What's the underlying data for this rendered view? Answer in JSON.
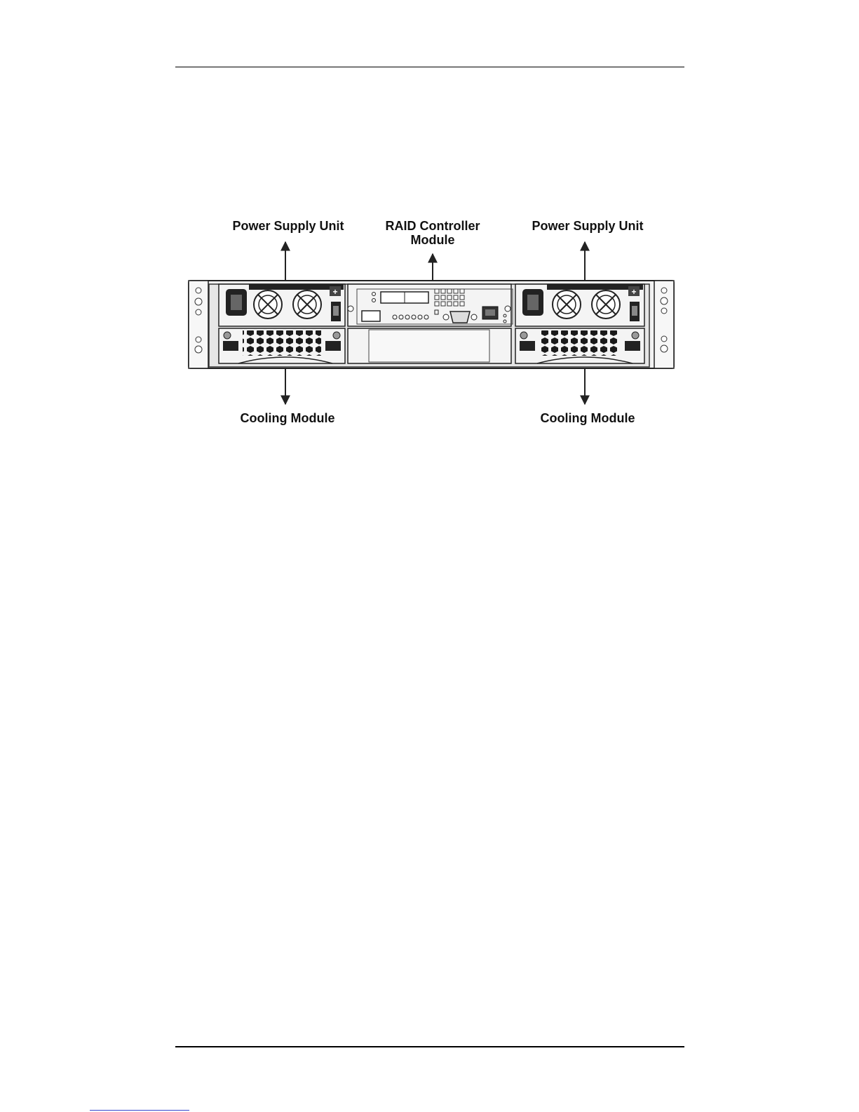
{
  "document": {
    "figure": {
      "callouts": {
        "psu_left": "Power Supply Unit",
        "raid_line1": "RAID Controller",
        "raid_line2": "Module",
        "psu_right": "Power Supply Unit",
        "cooling_left": "Cooling Module",
        "cooling_right": "Cooling Module"
      }
    }
  }
}
